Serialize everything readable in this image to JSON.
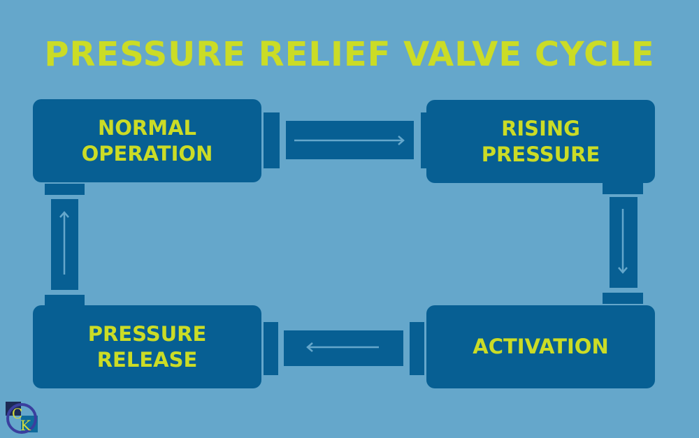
{
  "title": "PRESSURE RELIEF VALVE CYCLE",
  "colors": {
    "background": "#65a7cb",
    "box": "#075f93",
    "text": "#cbdc26",
    "arrow": "#65a7cb"
  },
  "nodes": [
    {
      "id": "normal-operation",
      "line1": "NORMAL",
      "line2": "OPERATION"
    },
    {
      "id": "rising-pressure",
      "line1": "RISING",
      "line2": "PRESSURE"
    },
    {
      "id": "activation",
      "line1": "ACTIVATION"
    },
    {
      "id": "pressure-release",
      "line1": "PRESSURE",
      "line2": "RELEASE"
    }
  ],
  "edges": [
    {
      "from": "normal-operation",
      "to": "rising-pressure",
      "direction": "right"
    },
    {
      "from": "rising-pressure",
      "to": "activation",
      "direction": "down"
    },
    {
      "from": "activation",
      "to": "pressure-release",
      "direction": "left"
    },
    {
      "from": "pressure-release",
      "to": "normal-operation",
      "direction": "up"
    }
  ],
  "logo": {
    "letters": "CK"
  }
}
